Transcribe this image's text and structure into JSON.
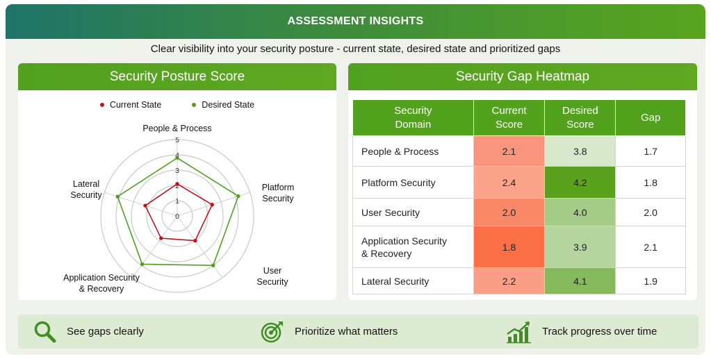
{
  "header": {
    "title": "ASSESSMENT INSIGHTS"
  },
  "subtitle": "Clear visibility into your security posture - current state, desired state and prioritized gaps",
  "colors": {
    "accent_green": "#5aa41f",
    "current_red": "#c0121b",
    "desired_green": "#4ea11f"
  },
  "posture": {
    "title": "Security Posture Score",
    "legend": {
      "current": "Current State",
      "desired": "Desired State"
    },
    "chart_data": {
      "type": "radar",
      "axes": [
        "People & Process",
        "Platform Security",
        "User Security",
        "Application Security & Recovery",
        "Lateral Security"
      ],
      "axis_label_lines": [
        [
          "People & Process"
        ],
        [
          "Platform",
          "Security"
        ],
        [
          "User",
          "Security"
        ],
        [
          "Application Security",
          "& Recovery"
        ],
        [
          "Lateral",
          "Security"
        ]
      ],
      "tick_labels": [
        "0",
        "1",
        "2",
        "3",
        "4",
        "5"
      ],
      "rmax": 5,
      "series": [
        {
          "name": "Current State",
          "values": [
            2.1,
            2.4,
            2.0,
            1.8,
            2.2
          ],
          "color": "#c0121b"
        },
        {
          "name": "Desired State",
          "values": [
            3.8,
            4.2,
            4.0,
            3.9,
            4.1
          ],
          "color": "#4ea11f"
        }
      ]
    }
  },
  "heatmap": {
    "title": "Security Gap Heatmap",
    "headers": {
      "domain": [
        "Security",
        "Domain"
      ],
      "current": [
        "Current",
        "Score"
      ],
      "desired": [
        "Desired",
        "Score"
      ],
      "gap": "Gap"
    },
    "rows": [
      {
        "domain": [
          "People & Process"
        ],
        "current": "2.1",
        "desired": "3.8",
        "gap": "1.7",
        "current_color": "#f9957d",
        "desired_color": "#d7e8cc"
      },
      {
        "domain": [
          "Platform Security"
        ],
        "current": "2.4",
        "desired": "4.2",
        "gap": "1.8",
        "current_color": "#fba48b",
        "desired_color": "#5aa11e"
      },
      {
        "domain": [
          "User Security"
        ],
        "current": "2.0",
        "desired": "4.0",
        "gap": "2.0",
        "current_color": "#fa8866",
        "desired_color": "#a5cc86"
      },
      {
        "domain": [
          "Application Security",
          "& Recovery"
        ],
        "current": "1.8",
        "desired": "3.9",
        "gap": "2.1",
        "current_color": "#fb6f47",
        "desired_color": "#b6d49d"
      },
      {
        "domain": [
          "Lateral Security"
        ],
        "current": "2.2",
        "desired": "4.1",
        "gap": "1.9",
        "current_color": "#fa9f86",
        "desired_color": "#86b95c"
      }
    ]
  },
  "features": [
    {
      "label": "See gaps clearly",
      "icon": "magnifier-icon"
    },
    {
      "label": "Prioritize what matters",
      "icon": "target-icon"
    },
    {
      "label": "Track progress over time",
      "icon": "growth-chart-icon"
    }
  ]
}
